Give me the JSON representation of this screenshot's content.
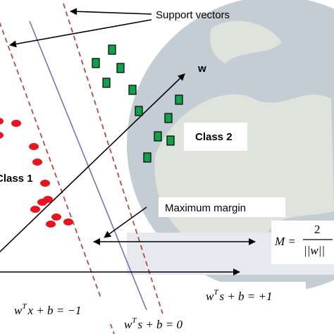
{
  "colors": {
    "class1": "#e8141e",
    "class2": "#13a04a",
    "hyperplane": "#7e6fb5",
    "margin": "#b34a4a",
    "arrow": "#000000",
    "globe_ocean": "#9aa7b3",
    "globe_land": "#c9cfc6"
  },
  "labels": {
    "support_vectors": "Support vectors",
    "w": "w",
    "class2": "Class 2",
    "class1": "Class 1",
    "max_margin": "Maximum margin"
  },
  "equations": {
    "margin_lhs": "M =",
    "margin_num": "2",
    "margin_den": "||w||",
    "neg_w": "w",
    "neg_t": "T",
    "neg_rest": "x +  b  = −1",
    "pos_w": "w",
    "pos_t": "T",
    "pos_rest": "s +  b  = +1",
    "zero_w": "w",
    "zero_t": "T",
    "zero_rest": "s +  b  = 0"
  },
  "class1_points": 12,
  "class2_points": 11
}
